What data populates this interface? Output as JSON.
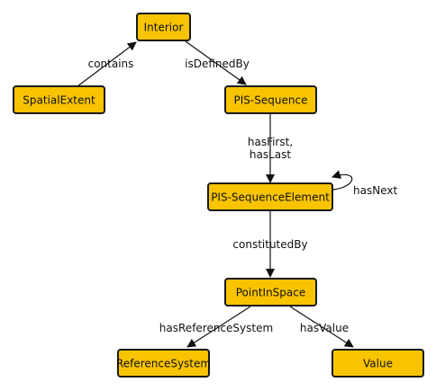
{
  "nodes": {
    "interior": "Interior",
    "spatial_extent": "SpatialExtent",
    "pis_sequence": "PIS-Sequence",
    "pis_sequence_element": "PIS-SequenceElement",
    "point_in_space": "PointInSpace",
    "reference_system": "ReferenceSystem",
    "value": "Value"
  },
  "edges": {
    "contains": "contains",
    "is_defined_by": "isDefinedBy",
    "has_first_line1": "hasFirst,",
    "has_first_line2": "hasLast",
    "has_next": "hasNext",
    "constituted_by": "constitutedBy",
    "has_reference_system": "hasReferenceSystem",
    "has_value": "hasValue"
  },
  "colors": {
    "node_fill": "#f8c400",
    "node_border": "#1a1a1a",
    "edge": "#111111"
  }
}
